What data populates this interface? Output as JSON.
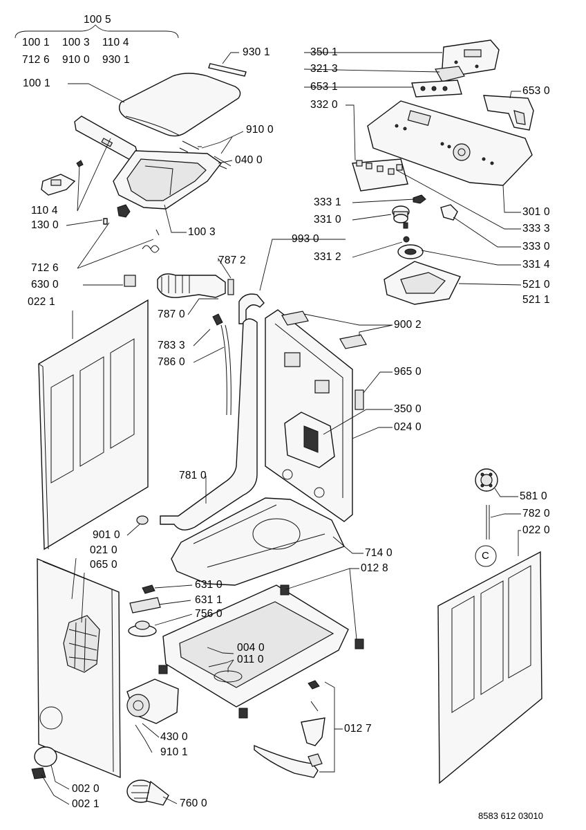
{
  "labels": {
    "l1005": "100 5",
    "l1001a": "100 1",
    "l1003a": "100 3",
    "l1104a": "110 4",
    "l7126a": "712 6",
    "l9100a": "910 0",
    "l9301a": "930 1",
    "l9301": "930 1",
    "l1001": "100 1",
    "l9100": "910 0",
    "l0400": "040 0",
    "l1104": "110 4",
    "l1300": "130 0",
    "l1003": "100 3",
    "l7126": "712 6",
    "l6300": "630 0",
    "l0221": "022 1",
    "l7872": "787 2",
    "l7870": "787 0",
    "l7833": "783 3",
    "l7860": "786 0",
    "l7810": "781 0",
    "l9010": "901 0",
    "l0210": "021 0",
    "l0650": "065 0",
    "l6310": "631 0",
    "l6311": "631 1",
    "l7560": "756 0",
    "l4300": "430 0",
    "l9101": "910 1",
    "l0020": "002 0",
    "l0021": "002 1",
    "l7600": "760 0",
    "l3501": "350 1",
    "l3213": "321 3",
    "l6531": "653 1",
    "l6530": "653 0",
    "l3320": "332 0",
    "l3010": "301 0",
    "l3331": "333 1",
    "l3310": "331 0",
    "l3333": "333 3",
    "l9930": "993 0",
    "l3330": "333 0",
    "l3312": "331 2",
    "l3314": "331 4",
    "l5210": "521 0",
    "l5211": "521 1",
    "l9002": "900 2",
    "l9650": "965 0",
    "l3500": "350 0",
    "l0240": "024 0",
    "l5810": "581 0",
    "l7820": "782 0",
    "l0220": "022 0",
    "l7140": "714 0",
    "l0128": "012 8",
    "l0040": "004 0",
    "l0110": "011 0",
    "l0127": "012 7",
    "circleC": "C"
  },
  "document_id": "8583 612 03010"
}
